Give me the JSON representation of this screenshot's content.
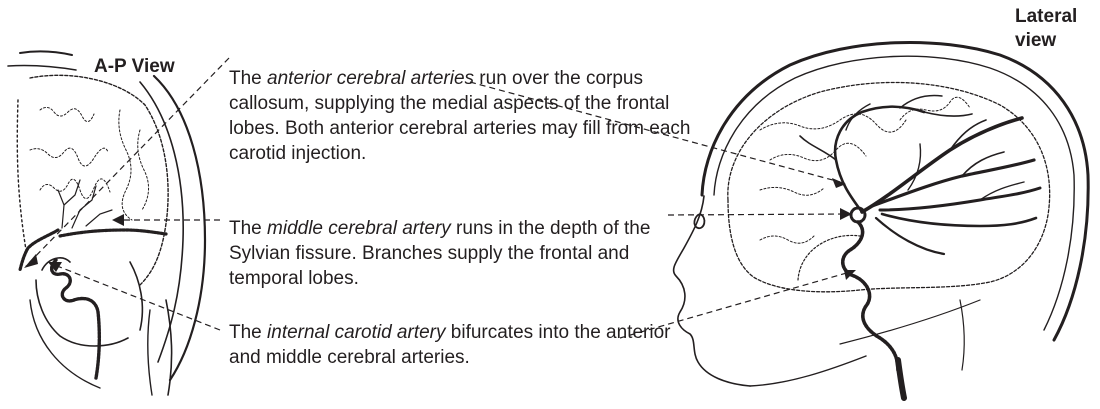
{
  "views": {
    "ap_label": "A-P View",
    "lateral_label": "Lateral view"
  },
  "descriptions": [
    {
      "before": "The ",
      "term": "anterior cerebral arteries",
      "after": " run over the corpus callosum, supplying the medial aspects of the frontal lobes. Both anterior cerebral arteries may fill from each carotid injection."
    },
    {
      "before": "The ",
      "term": "middle cerebral artery",
      "after": " runs in the depth of the Sylvian fissure. Branches supply the frontal and temporal lobes."
    },
    {
      "before": "The ",
      "term": "internal carotid artery",
      "after": " bifurcates into the anterior and middle cerebral arteries."
    }
  ]
}
